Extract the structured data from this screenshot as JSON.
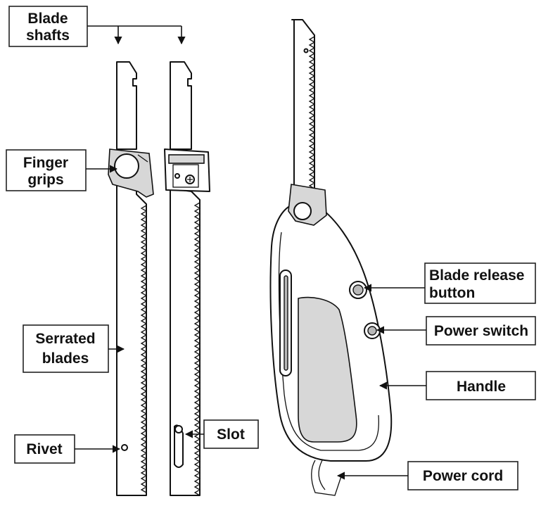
{
  "labels": {
    "blade_shafts": [
      "Blade",
      "shafts"
    ],
    "finger_grips": [
      "Finger",
      "grips"
    ],
    "serrated_blades": [
      "Serrated",
      "blades"
    ],
    "rivet": "Rivet",
    "slot": "Slot",
    "blade_release_button": [
      "Blade release",
      "button"
    ],
    "power_switch": "Power switch",
    "handle": "Handle",
    "power_cord": "Power cord"
  }
}
